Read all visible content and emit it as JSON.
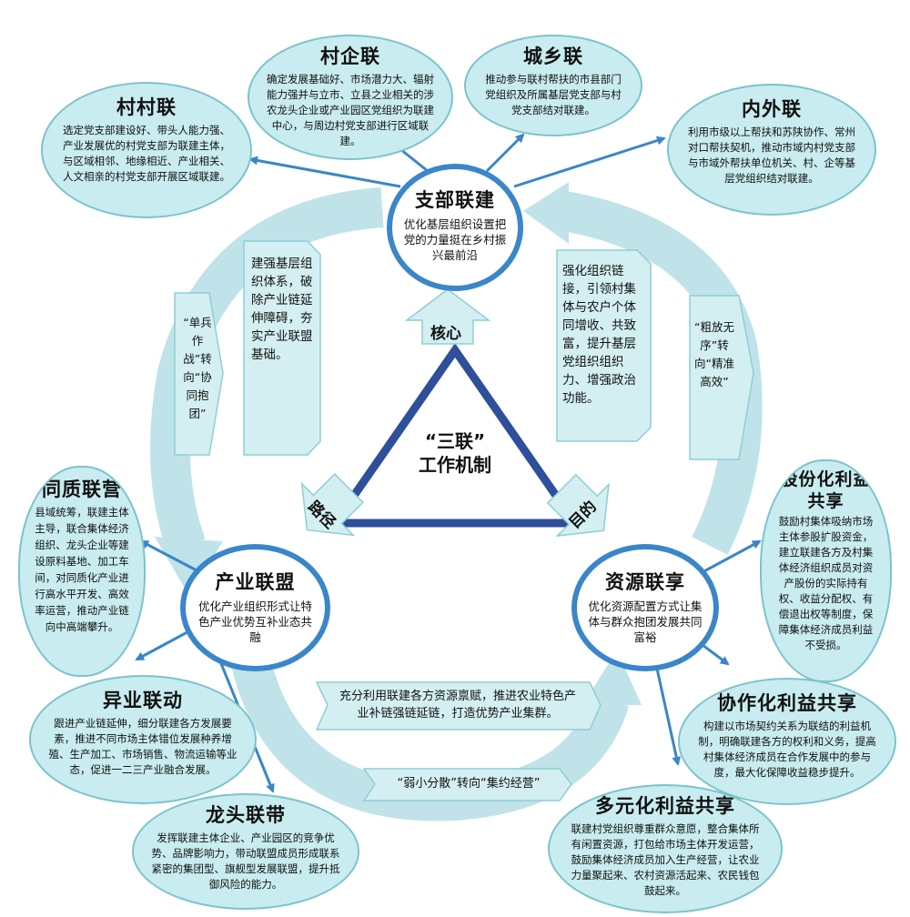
{
  "center": {
    "line1": "“三联”",
    "line2": "工作机制"
  },
  "labels": {
    "core": "核心",
    "path": "路径",
    "goal": "目的"
  },
  "hubs": {
    "branch": {
      "title": "支部联建",
      "desc": "优化基层组织设置把党的力量挺在乡村振兴最前沿"
    },
    "industry": {
      "title": "产业联盟",
      "desc": "优化产业组织形式让特色产业优势互补业态共融"
    },
    "resource": {
      "title": "资源联享",
      "desc": "优化资源配置方式让集体与群众抱团发展共同富裕"
    }
  },
  "bubbles": {
    "cuncun": {
      "title": "村村联",
      "desc": "选定党支部建设好、带头人能力强、产业发展优的村党支部为联建主体，与区域相邻、地缘相近、产业相关、人文相亲的村党支部开展区域联建。"
    },
    "cunqi": {
      "title": "村企联",
      "desc": "确定发展基础好、市场潜力大、辐射能力强并与立市、立县之业相关的涉农龙头企业或产业园区党组织为联建中心，与周边村党支部进行区域联建。"
    },
    "chengxiang": {
      "title": "城乡联",
      "desc": "推动参与联村帮扶的市县部门党组织及所属基层党支部与村党支部结对联建。"
    },
    "neiwai": {
      "title": "内外联",
      "desc": "利用市级以上帮扶和苏陕协作、常州对口帮扶契机，推动市域内村党支部与市域外帮扶单位机关、村、企等基层党组织结对联建。"
    },
    "tongzhi": {
      "title": "同质联营",
      "desc": "县域统筹，联建主体主导，联合集体经济组织、龙头企业等建设原料基地、加工车间，对同质化产业进行高水平开发、高效率运营，推动产业链向中高端攀升。"
    },
    "yiye": {
      "title": "异业联动",
      "desc": "跟进产业链延伸，细分联建各方发展要素，推进不同市场主体错位发展种养增殖、生产加工、市场销售、物流运输等业态，促进一二三产业融合发展。"
    },
    "longtou": {
      "title": "龙头联带",
      "desc": "发挥联建主体企业、产业园区的竞争优势、品牌影响力，带动联盟成员形成联系紧密的集团型、旗舰型发展联盟，提升抵御风险的能力。"
    },
    "gufen": {
      "title": "股份化利益共享",
      "desc": "鼓励村集体吸纳市场主体参股扩股资金，建立联建各方及村集体经济组织成员对资产股份的实际持有权、收益分配权、有偿退出权等制度，保障集体经济成员利益不受损。"
    },
    "xiezuo": {
      "title": "协作化利益共享",
      "desc": "构建以市场契约关系为联结的利益机制，明确联建各方的权利和义务，提高村集体经济成员在合作发展中的参与度，最大化保障收益稳步提升。"
    },
    "duoyuan": {
      "title": "多元化利益共享",
      "desc": "联建村党组织尊重群众意愿，整合集体所有闲置资源，打包给市场主体开发运营，鼓励集体经济成员加入生产经营，让农业力量聚起来、农村资源活起来、农民钱包鼓起来。"
    }
  },
  "texts": {
    "left_inner": "建强基层组织体系，破除产业链延伸障碍，夯实产业联盟基础。",
    "left_outer": "“单兵作战”转向“协同抱团”",
    "right_inner": "强化组织链接，引领村集体与农户个体同增收、共致富，提升基层党组织组织力、增强政治功能。",
    "right_outer": "“粗放无序”转向“精准高效”",
    "bottom_inner": "充分利用联建各方资源禀赋，推进农业特色产业补链强链延链，打造优势产业集群。",
    "bottom_outer": "“弱小分散”转向“集约经营”"
  }
}
